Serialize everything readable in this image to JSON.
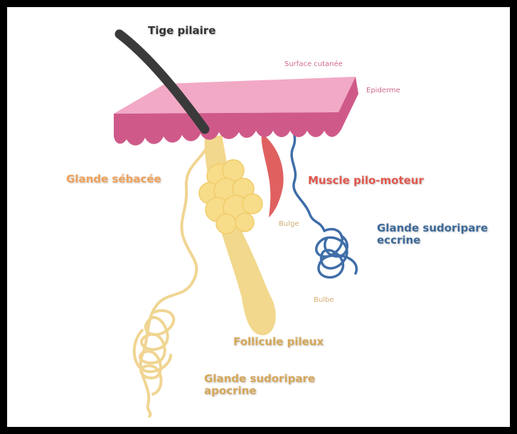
{
  "colors": {
    "hair": "#3a3a3a",
    "skin_top": "#f2a9c6",
    "skin_front": "#cf5a8a",
    "follicle": "#f2d88d",
    "sebaceous": "#f7dc8a",
    "muscle": "#e06060",
    "eccrine": "#3f6ea8",
    "apocrine": "#f0d592",
    "label_dark": "#333333",
    "label_pink": "#d06a90",
    "label_orange": "#f0a35c",
    "label_red": "#e0594f",
    "label_blue": "#3e6a99",
    "label_gold": "#d6a85a",
    "label_tan": "#d0ad75"
  },
  "labels": {
    "tige_pilaire": "Tige pilaire",
    "surface_cutanee": "Surface cutanée",
    "epiderme": "Epiderme",
    "glande_sebacee": "Glande sébacée",
    "muscle_pilo_moteur": "Muscle pilo-moteur",
    "bulge": "Bulge",
    "glande_sudoripare_eccrine": [
      "Glande sudoripare",
      "eccrine"
    ],
    "bulbe": "Bulbe",
    "follicule_pileux": "Follicule pileux",
    "glande_sudoripare_apocrine": [
      "Glande sudoripare",
      "apocrine"
    ]
  }
}
